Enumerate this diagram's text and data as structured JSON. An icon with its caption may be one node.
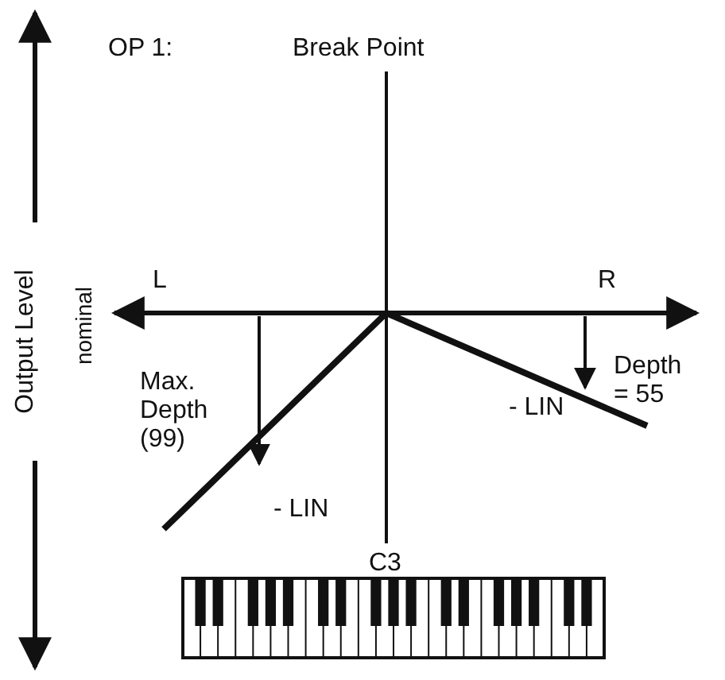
{
  "diagram": {
    "labels": [
      "OP 1:",
      "Break Point",
      "Output Level",
      "nominal",
      "L",
      "R",
      "Max. Depth (99)",
      "Depth = 55",
      "- LIN",
      "- LIN",
      "C3"
    ]
  }
}
